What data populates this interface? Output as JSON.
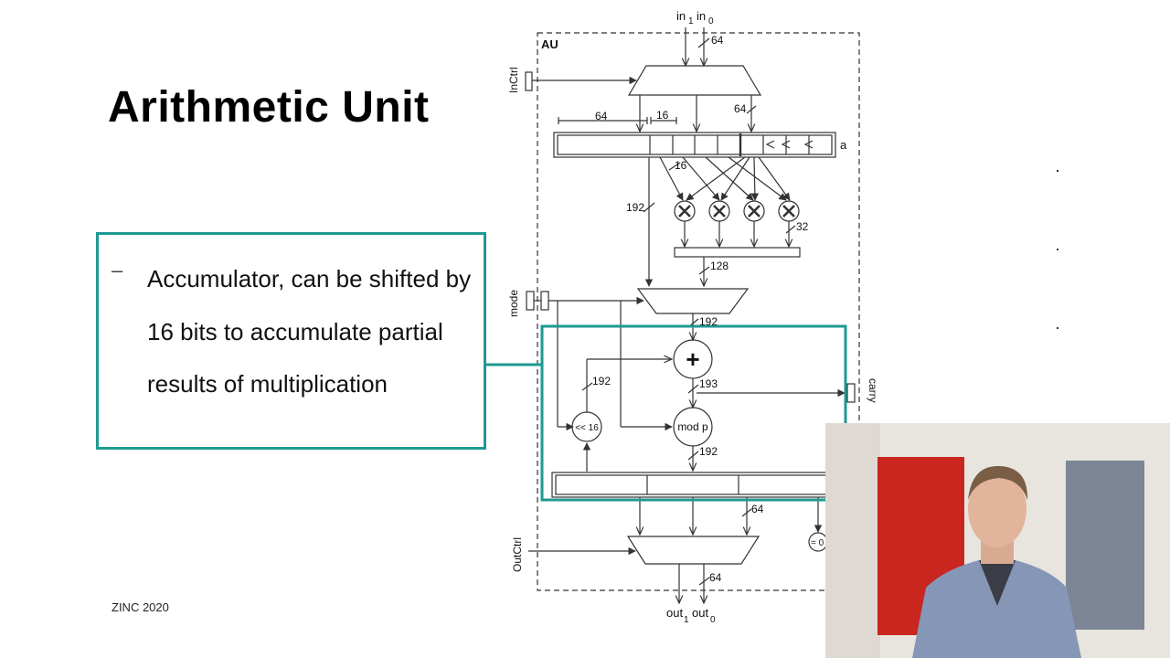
{
  "slide": {
    "title": "Arithmetic Unit",
    "bullet": {
      "dash": "–",
      "text": "Accumulator, can be shifted by 16 bits to accumulate partial results of multiplication"
    },
    "footer": "ZINC 2020"
  },
  "diagram": {
    "block_label": "AU",
    "inputs": {
      "in1": "in",
      "in1_sub": "1",
      "in0": "in",
      "in0_sub": "0"
    },
    "outputs": {
      "out1": "out",
      "out1_sub": "1",
      "out0": "out",
      "out0_sub": "0"
    },
    "controls": {
      "inctrl": "InCtrl",
      "mode": "mode",
      "outctrl": "OutCtrl",
      "carry": "carry"
    },
    "register_a": "a",
    "widths": {
      "in_bus": "64",
      "a_left": "64",
      "a_mid": "16",
      "a_right": "64",
      "a_out": "16",
      "feed": "192",
      "mul_out": "32",
      "sum_bus": "128",
      "mux_out": "192",
      "shift_bus": "192",
      "add_out": "193",
      "mod_out": "192",
      "acc_out": "64",
      "out_bus": "64"
    },
    "ops": {
      "add": "+",
      "shift": "<< 16",
      "mod": "mod p",
      "mult": "×",
      "zero": "= 0"
    }
  },
  "colors": {
    "highlight": "#1e9a92",
    "lines": "#333333"
  }
}
